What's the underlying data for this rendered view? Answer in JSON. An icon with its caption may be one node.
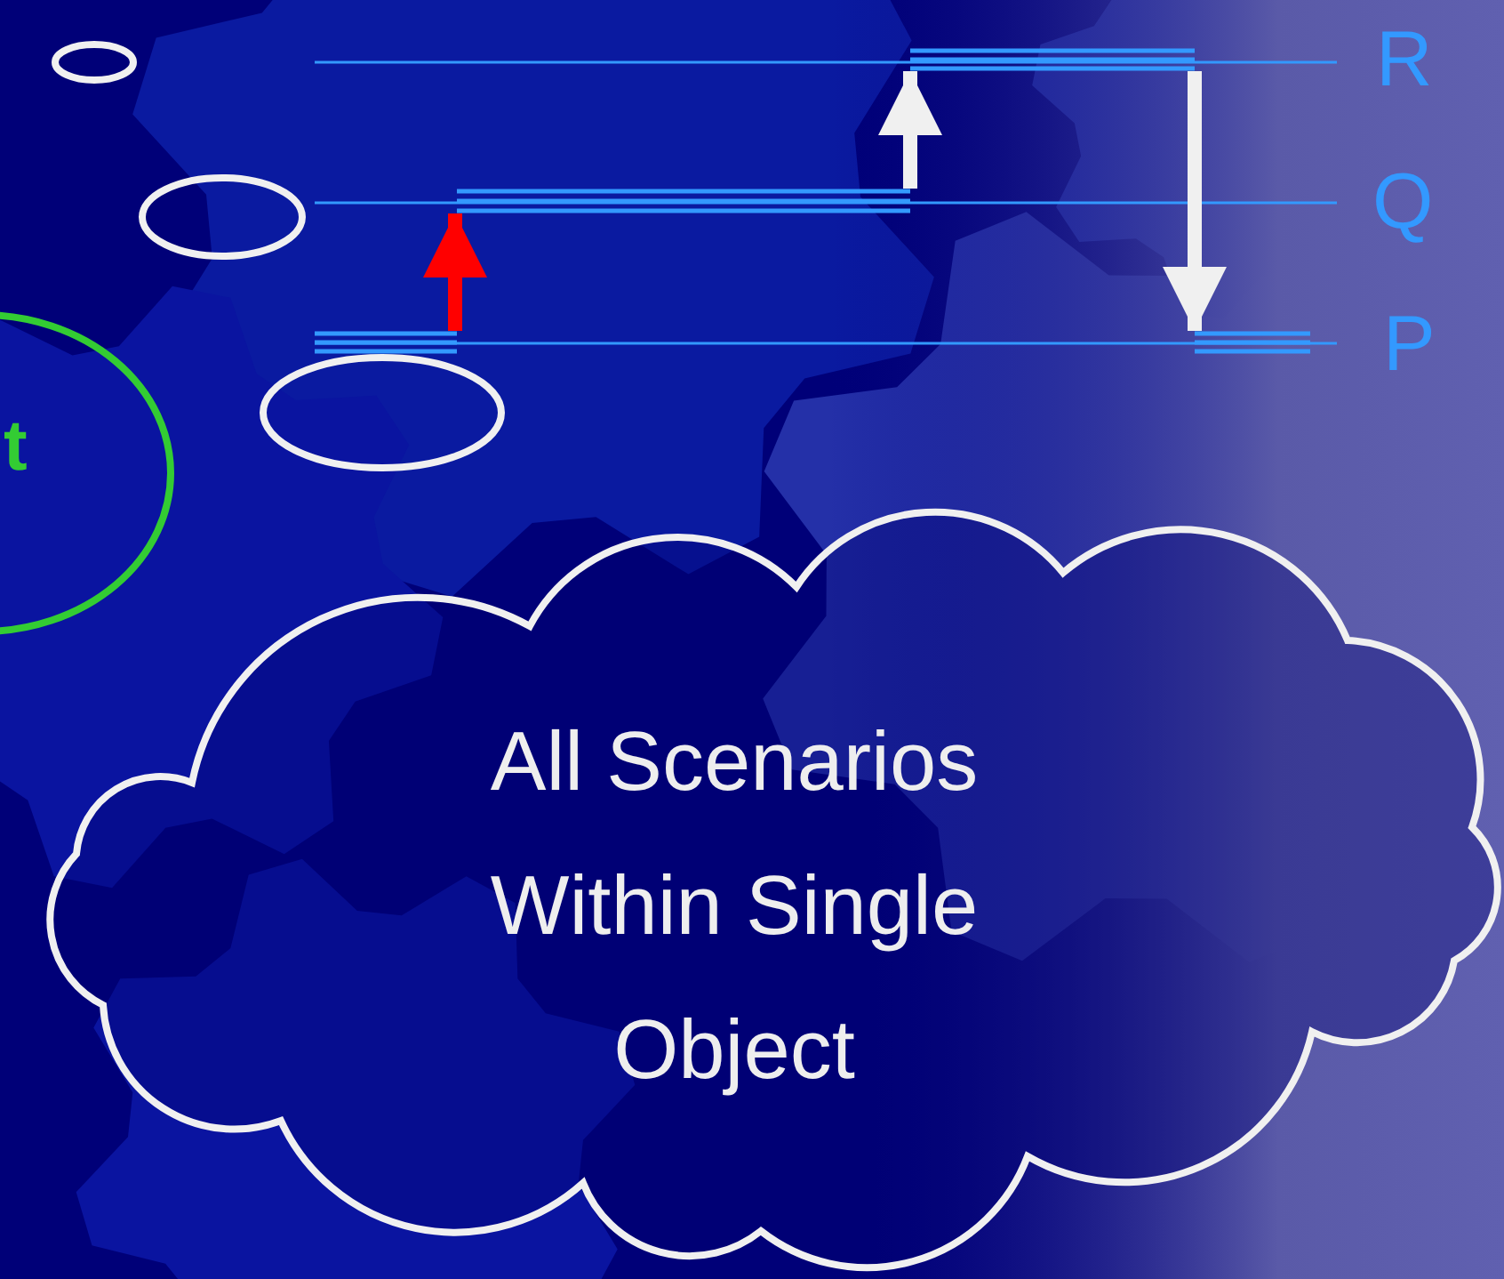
{
  "diagram": {
    "nodes": [
      {
        "text": [],
        "shape": "circle"
      },
      {
        "text": [],
        "shape": "circle"
      },
      {
        "text": [],
        "shape": "circle"
      },
      {
        "text": [
          "t"
        ]
      },
      {
        "text": [
          "All Scenarios Within Single Object"
        ]
      },
      {
        "text": [],
        "shape": "bar"
      },
      {
        "text": [],
        "shape": "bar"
      },
      {
        "text": [],
        "shape": "bar"
      },
      {
        "text": [],
        "shape": "bar"
      }
    ],
    "edges": [
      {
        "from": 5,
        "to": 6,
        "arrow": "to",
        "color": "#ff0000"
      },
      {
        "from": 6,
        "to": 7,
        "arrow": "to"
      },
      {
        "from": 7,
        "to": 8,
        "arrow": "to"
      }
    ],
    "labels": [
      "R",
      "Q",
      "P"
    ]
  }
}
